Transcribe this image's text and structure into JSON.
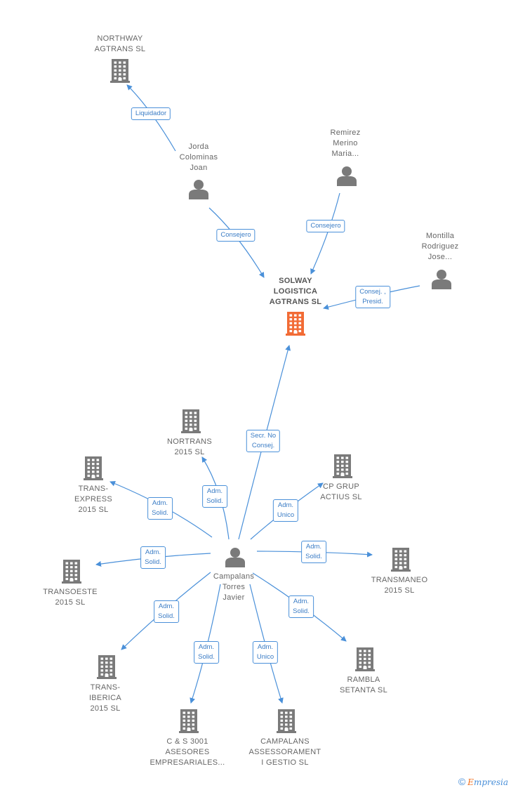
{
  "colors": {
    "edge": "#4a90d9",
    "node": "#7a7a7a",
    "focus_node": "#f26b35"
  },
  "footer": {
    "copyright": "©",
    "brand_initial": "E",
    "brand_rest": "mpresia"
  },
  "nodes": {
    "northway": {
      "type": "company",
      "lines": [
        "NORTHWAY",
        "AGTRANS  SL"
      ]
    },
    "jorda": {
      "type": "person",
      "lines": [
        "Jorda",
        "Colominas",
        "Joan"
      ]
    },
    "remirez": {
      "type": "person",
      "lines": [
        "Remirez",
        "Merino",
        "Maria..."
      ]
    },
    "montilla": {
      "type": "person",
      "lines": [
        "Montilla",
        "Rodriguez",
        "Jose..."
      ]
    },
    "solway": {
      "type": "company",
      "focus": true,
      "lines": [
        "SOLWAY",
        "LOGISTICA",
        "AGTRANS  SL"
      ]
    },
    "nortrans": {
      "type": "company",
      "lines": [
        "NORTRANS",
        "2015  SL"
      ]
    },
    "transexpress": {
      "type": "company",
      "lines": [
        "TRANS-",
        "EXPRESS",
        "2015  SL"
      ]
    },
    "cpgrup": {
      "type": "company",
      "lines": [
        "CP GRUP",
        "ACTIUS SL"
      ]
    },
    "transoeste": {
      "type": "company",
      "lines": [
        "TRANSOESTE",
        "2015  SL"
      ]
    },
    "campalans": {
      "type": "person",
      "lines": [
        "Campalans",
        "Torres",
        "Javier"
      ]
    },
    "transmaneo": {
      "type": "company",
      "lines": [
        "TRANSMANEO",
        "2015  SL"
      ]
    },
    "transiberica": {
      "type": "company",
      "lines": [
        "TRANS-",
        "IBERICA",
        "2015  SL"
      ]
    },
    "rambla": {
      "type": "company",
      "lines": [
        "RAMBLA",
        "SETANTA  SL"
      ]
    },
    "cs3001": {
      "type": "company",
      "lines": [
        "C & S 3001",
        "ASESORES",
        "EMPRESARIALES..."
      ]
    },
    "assessorament": {
      "type": "company",
      "lines": [
        "CAMPALANS",
        "ASSESSORAMENT",
        "I GESTIO  SL"
      ]
    }
  },
  "edges": [
    {
      "from": "jorda",
      "to": "northway",
      "label": [
        "Liquidador"
      ]
    },
    {
      "from": "jorda",
      "to": "solway",
      "label": [
        "Consejero"
      ]
    },
    {
      "from": "remirez",
      "to": "solway",
      "label": [
        "Consejero"
      ]
    },
    {
      "from": "montilla",
      "to": "solway",
      "label": [
        "Consej. ,",
        "Presid."
      ]
    },
    {
      "from": "campalans",
      "to": "solway",
      "label": [
        "Secr.  No",
        "Consej."
      ]
    },
    {
      "from": "campalans",
      "to": "nortrans",
      "label": [
        "Adm.",
        "Solid."
      ]
    },
    {
      "from": "campalans",
      "to": "transexpress",
      "label": [
        "Adm.",
        "Solid."
      ]
    },
    {
      "from": "campalans",
      "to": "cpgrup",
      "label": [
        "Adm.",
        "Unico"
      ]
    },
    {
      "from": "campalans",
      "to": "transoeste",
      "label": [
        "Adm.",
        "Solid."
      ]
    },
    {
      "from": "campalans",
      "to": "transmaneo",
      "label": [
        "Adm.",
        "Solid."
      ]
    },
    {
      "from": "campalans",
      "to": "transiberica",
      "label": [
        "Adm.",
        "Solid."
      ]
    },
    {
      "from": "campalans",
      "to": "rambla",
      "label": [
        "Adm.",
        "Solid."
      ]
    },
    {
      "from": "campalans",
      "to": "cs3001",
      "label": [
        "Adm.",
        "Solid."
      ]
    },
    {
      "from": "campalans",
      "to": "assessorament",
      "label": [
        "Adm.",
        "Unico"
      ]
    }
  ]
}
